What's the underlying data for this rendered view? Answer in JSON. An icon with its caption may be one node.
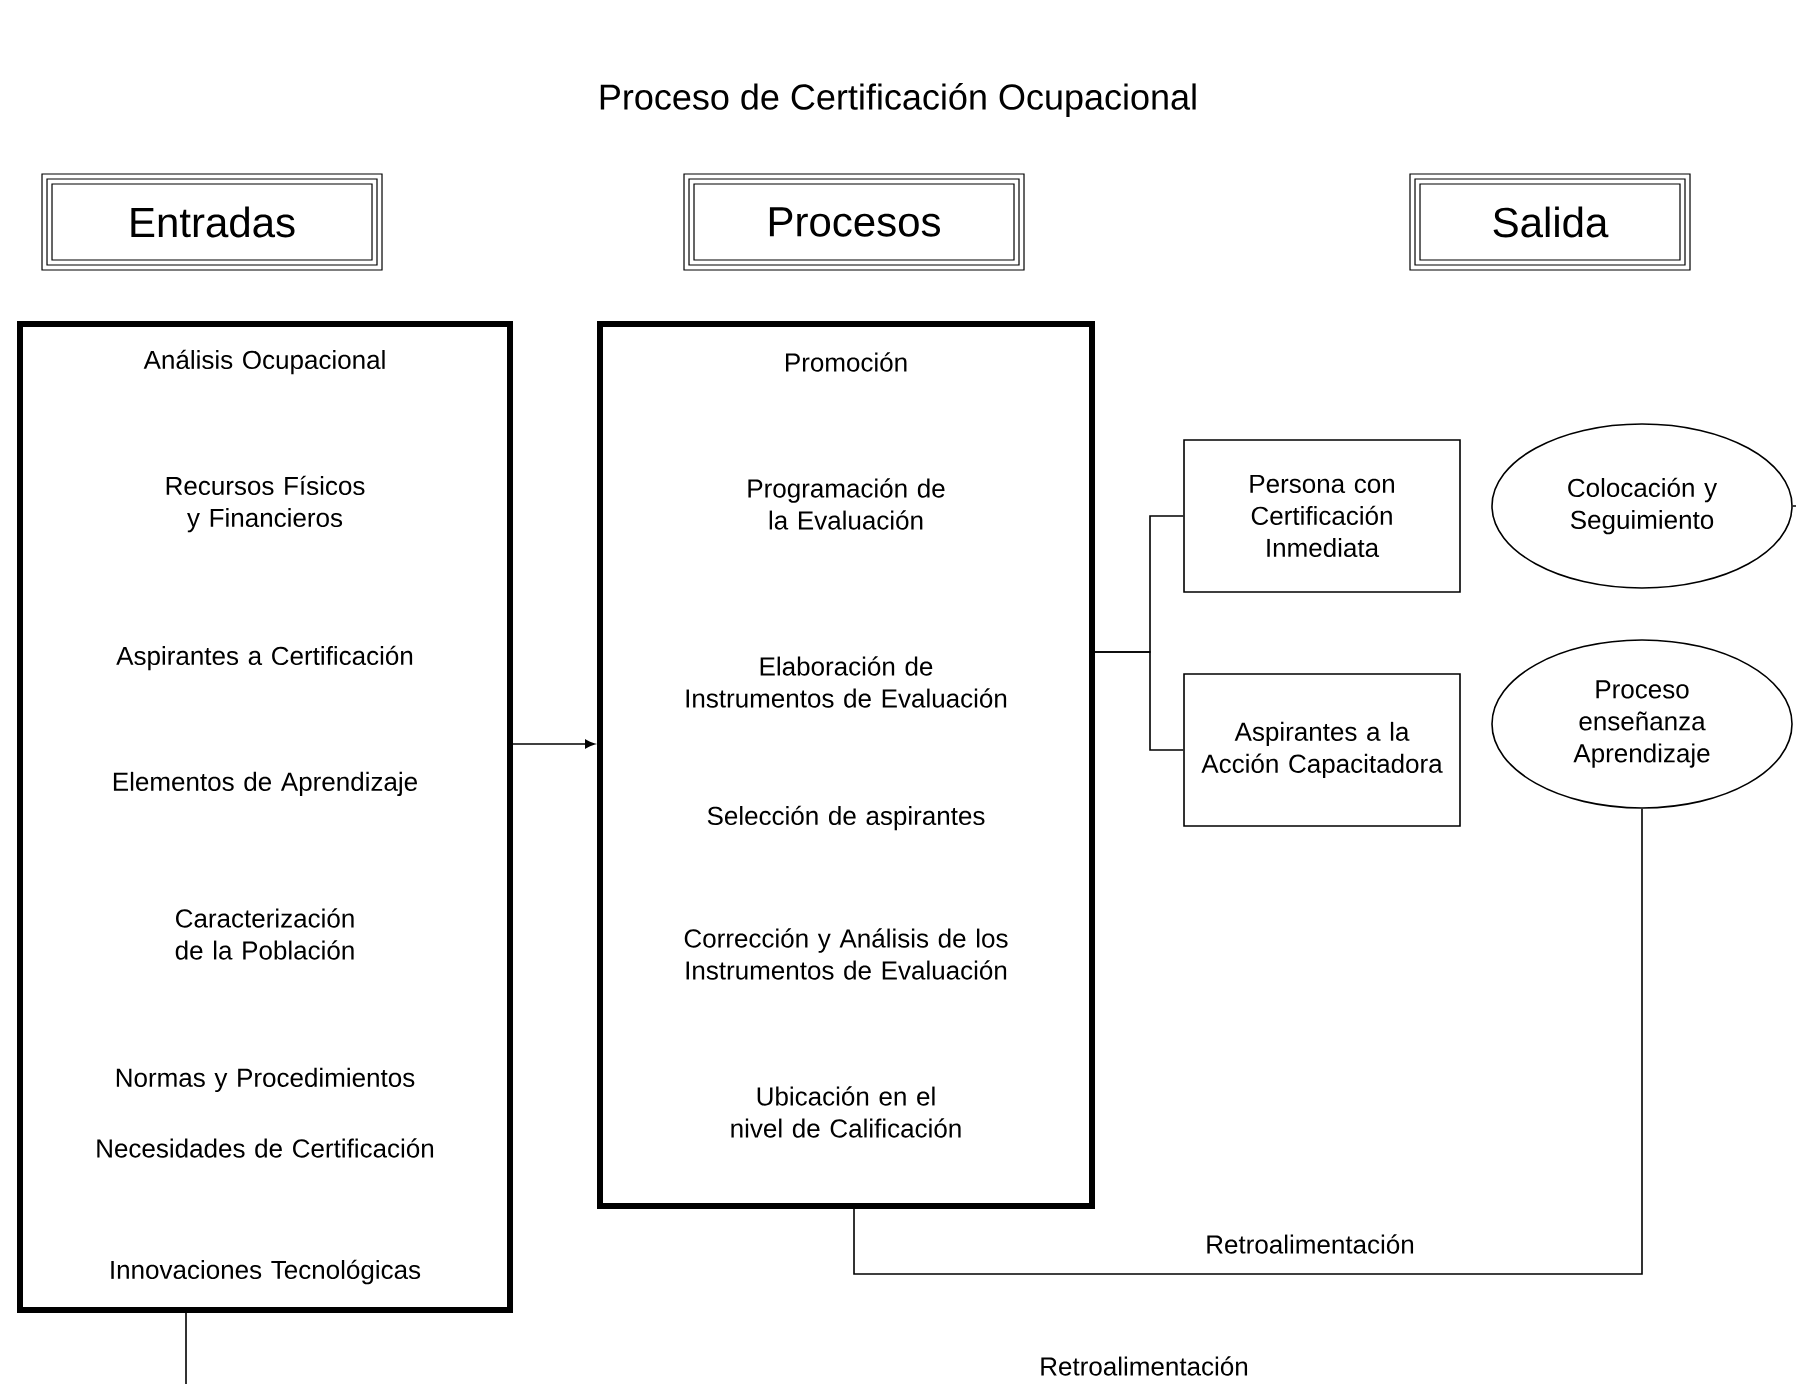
{
  "diagram": {
    "title": "Proceso de Certificación Ocupacional",
    "nodes": [
      {
        "text": [
          "Entradas"
        ]
      },
      {
        "text": [
          "Procesos"
        ]
      },
      {
        "text": [
          "Salida"
        ]
      },
      {
        "text": [
          "Análisis Ocupacional",
          "Recursos Físicos y Financieros",
          "Aspirantes a Certificación",
          "Elementos de Aprendizaje",
          "Caracterización de la Población",
          "Normas y Procedimientos",
          "Necesidades de Certificación",
          "Innovaciones Tecnológicas"
        ]
      },
      {
        "text": [
          "Promoción",
          "Programación de la Evaluación",
          "Elaboración de Instrumentos de Evaluación",
          "Selección de aspirantes",
          "Corrección y Análisis de los Instrumentos de Evaluación",
          "Ubicación en el nivel de Calificación"
        ]
      },
      {
        "text": [
          "Persona con Certificación Inmediata"
        ]
      },
      {
        "text": [
          "Aspirantes a la Acción Capacitadora"
        ]
      },
      {
        "text": [
          "Colocación y Seguimiento"
        ]
      },
      {
        "text": [
          "Proceso enseñanza Aprendizaje"
        ]
      }
    ],
    "edges": [
      {
        "from": 3,
        "to": 4,
        "arrow": "to"
      },
      {
        "from": 4,
        "to": 5,
        "arrow": "none"
      },
      {
        "from": 4,
        "to": 6,
        "arrow": "none"
      },
      {
        "from": 8,
        "to": 4,
        "arrow": "none",
        "label": "Retroalimentación"
      },
      {
        "from": 3,
        "to": null,
        "arrow": "none"
      },
      {
        "from": 7,
        "to": null,
        "arrow": "none"
      }
    ],
    "labels": [
      "Retroalimentación"
    ]
  }
}
